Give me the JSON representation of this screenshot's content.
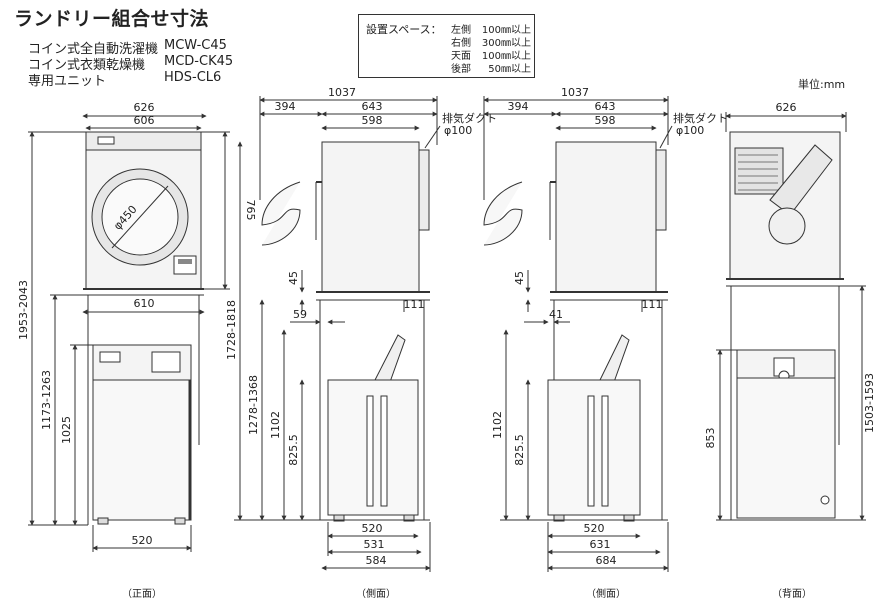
{
  "title": "ランドリー組合せ寸法",
  "models": [
    {
      "name": "コイン式全自動洗濯機",
      "code": "MCW-C45"
    },
    {
      "name": "コイン式衣類乾燥機",
      "code": "MCD-CK45"
    },
    {
      "name": "専用ユニット",
      "code": "HDS-CL6"
    }
  ],
  "installation_space": {
    "title": "設置スペース：",
    "rows": [
      {
        "side": "左側",
        "value": "100㎜以上"
      },
      {
        "side": "右側",
        "value": "300㎜以上"
      },
      {
        "side": "天面",
        "value": "100㎜以上"
      },
      {
        "side": "後部",
        "value": "50㎜以上"
      }
    ]
  },
  "unit": "単位:mm",
  "views": {
    "front": "（正面）",
    "side1": "（側面）",
    "side2": "（側面）",
    "back": "（背面）"
  },
  "dims": {
    "d626": "626",
    "d606": "606",
    "d610": "610",
    "d520": "520",
    "d765": "765",
    "d1953": "1953-2043",
    "d1173": "1173-1263",
    "d1025": "1025",
    "diam450": "φ450",
    "d1037": "1037",
    "d394": "394",
    "d643": "643",
    "d598": "598",
    "duct": "排気ダクト",
    "phi100": "φ100",
    "d1728": "1728-1818",
    "d1278": "1278-1368",
    "d1102": "1102",
    "d825": "825.5",
    "d45": "45",
    "d59": "59",
    "d41": "41",
    "d111": "111",
    "d531": "531",
    "d584": "584",
    "d631": "631",
    "d684": "684",
    "d853": "853",
    "d1503": "1503-1593"
  },
  "colors": {
    "line": "#333333",
    "fill": "#f4f4f4",
    "dark": "#555555"
  }
}
